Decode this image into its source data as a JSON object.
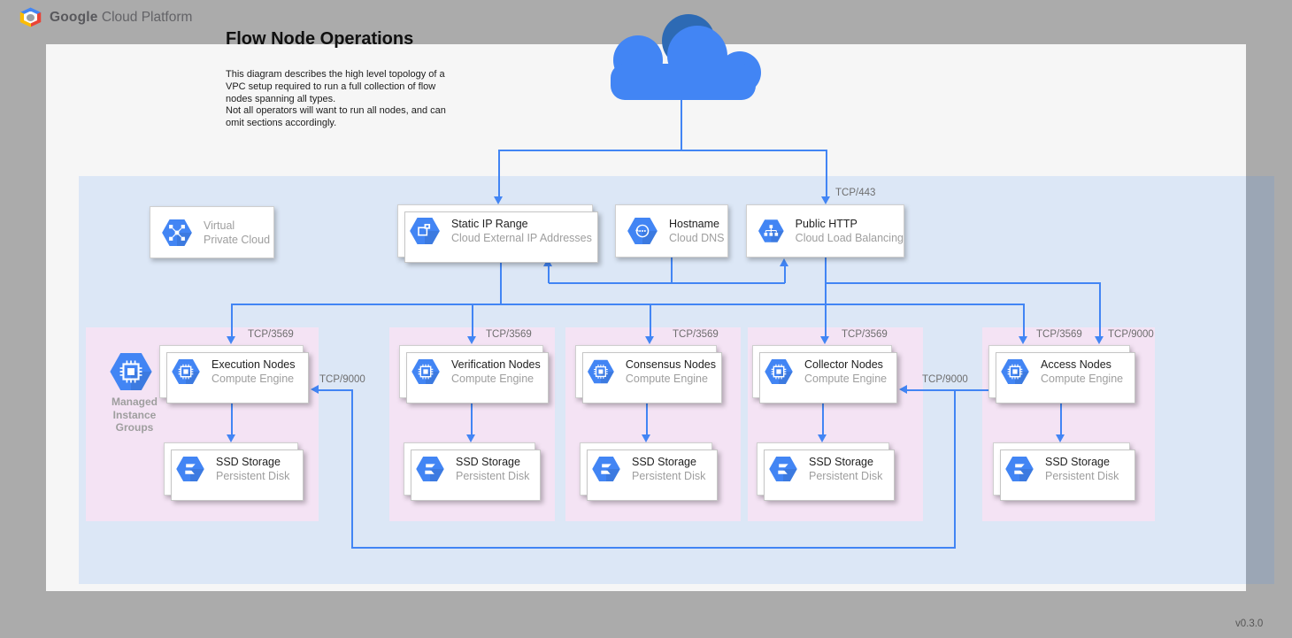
{
  "header": {
    "brand_bold": "Google",
    "brand_rest": "Cloud Platform"
  },
  "hero": {
    "title": "Flow Node Operations",
    "description_lines": [
      "This diagram describes the high level topology of a",
      "VPC setup required to run a full collection of flow",
      "nodes spanning all types.",
      "Not all operators will want to run all nodes, and can",
      "omit sections accordingly."
    ]
  },
  "labels": {
    "tcp443": "TCP/443",
    "tcp3569": "TCP/3569",
    "tcp9000": "TCP/9000"
  },
  "services": {
    "vpc": {
      "title": "Virtual",
      "subtitle": "Private Cloud"
    },
    "static_ip": {
      "title": "Static IP Range",
      "subtitle": "Cloud External IP Addresses"
    },
    "hostname": {
      "title": "Hostname",
      "subtitle": "Cloud DNS"
    },
    "public_http": {
      "title": "Public HTTP",
      "subtitle": "Cloud Load Balancing"
    }
  },
  "managed_instance_groups": {
    "line1": "Managed",
    "line2": "Instance",
    "line3": "Groups"
  },
  "groups": [
    {
      "title": "Execution Nodes",
      "subtitle": "Compute Engine",
      "storage_title": "SSD Storage",
      "storage_subtitle": "Persistent Disk"
    },
    {
      "title": "Verification Nodes",
      "subtitle": "Compute Engine",
      "storage_title": "SSD Storage",
      "storage_subtitle": "Persistent Disk"
    },
    {
      "title": "Consensus Nodes",
      "subtitle": "Compute Engine",
      "storage_title": "SSD Storage",
      "storage_subtitle": "Persistent Disk"
    },
    {
      "title": "Collector Nodes",
      "subtitle": "Compute Engine",
      "storage_title": "SSD Storage",
      "storage_subtitle": "Persistent Disk"
    },
    {
      "title": "Access Nodes",
      "subtitle": "Compute Engine",
      "storage_title": "SSD Storage",
      "storage_subtitle": "Persistent Disk"
    }
  ],
  "footer": {
    "version": "v0.3.0"
  },
  "colors": {
    "background": "#ababab",
    "page": "#f6f6f6",
    "accent_blue": "#4285f4",
    "cloud_dark": "#2d6ab4",
    "group_pink": "#f4e3f4",
    "subtitle_gray": "#9e9e9e"
  }
}
